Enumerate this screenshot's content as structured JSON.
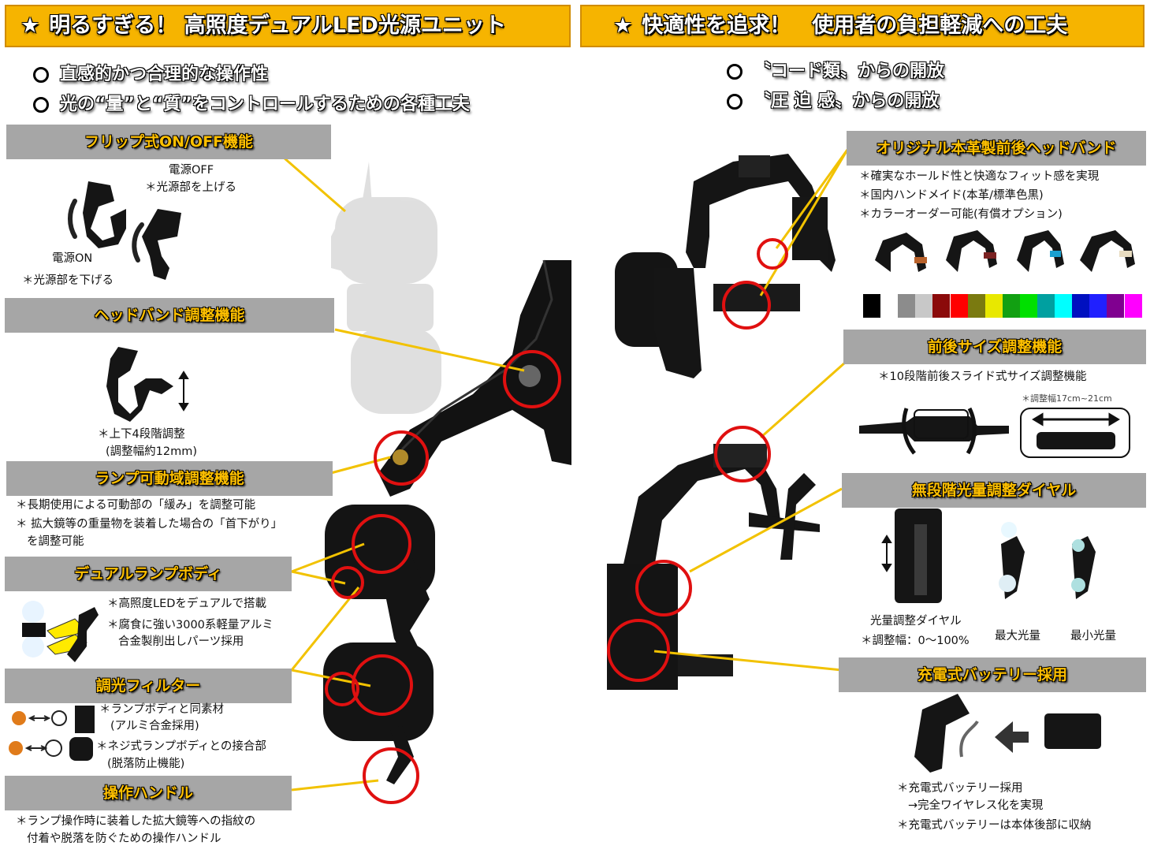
{
  "left": {
    "banner": "明るすぎる！ 高照度デュアルLED光源ユニット",
    "star": "★",
    "bullets": [
      "直感的かつ合理的な操作性",
      "光の“量”と“質”をコントロールするための各種工夫"
    ],
    "features": {
      "flip": {
        "title": "フリップ式ON/OFF機能",
        "off_label": "電源OFF",
        "off_note": "＊光源部を上げる",
        "on_label": "電源ON",
        "on_note": "＊光源部を下げる"
      },
      "headband": {
        "title": "ヘッドバンド調整機能",
        "note1": "＊上下4段階調整",
        "note2": "(調整幅約12mm)"
      },
      "lamp_range": {
        "title": "ランプ可動域調整機能",
        "note1": "＊長期使用による可動部の「緩み」を調整可能",
        "note2": "＊ 拡大鏡等の重量物を装着した場合の「首下がり」",
        "note3": "を調整可能"
      },
      "dual_lamp": {
        "title": "デュアルランプボディ",
        "note1": "＊高照度LEDをデュアルで搭載",
        "note2": "＊腐食に強い3000系軽量アルミ",
        "note3": "合金製削出しパーツ採用"
      },
      "filter": {
        "title": "調光フィルター",
        "note1": "＊ランプボディと同素材",
        "note2": "(アルミ合金採用)",
        "note3": "＊ネジ式ランプボディとの接合部",
        "note4": "(脱落防止機能)"
      },
      "handle": {
        "title": "操作ハンドル",
        "note1": "＊ランプ操作時に装着した拡大鏡等への指紋の",
        "note2": "付着や脱落を防ぐための操作ハンドル"
      }
    }
  },
  "right": {
    "banner": "快適性を追求！　使用者の負担軽減への工夫",
    "star": "★",
    "bullets": [
      "〝コード類〟からの開放",
      "〝圧 迫 感〟からの開放"
    ],
    "features": {
      "leather": {
        "title": "オリジナル本革製前後ヘッドバンド",
        "note1": "＊確実なホールド性と快適なフィット感を実現",
        "note2": "＊国内ハンドメイド(本革/標準色黒)",
        "note3": "＊カラーオーダー可能(有償オプション)"
      },
      "size": {
        "title": "前後サイズ調整機能",
        "note1": "＊10段階前後スライド式サイズ調整機能",
        "range": "＊調整幅17cm~21cm"
      },
      "dial": {
        "title": "無段階光量調整ダイヤル",
        "dial_label": "光量調整ダイヤル",
        "dial_note": "＊調整幅：0～100%",
        "max_label": "最大光量",
        "min_label": "最小光量"
      },
      "battery": {
        "title": "充電式バッテリー採用",
        "note1": "＊充電式バッテリー採用",
        "note2": "→完全ワイヤレス化を実現",
        "note3": "＊充電式バッテリーは本体後部に収納"
      }
    },
    "color_swatches": [
      "#000000",
      "#ffffff",
      "#8c8c8c",
      "#c8c8c8",
      "#8b0a0a",
      "#ff0000",
      "#7a7a10",
      "#e8e800",
      "#12a012",
      "#00e000",
      "#00a0a0",
      "#00ffff",
      "#0010c0",
      "#2020ff",
      "#800090",
      "#ff00ff"
    ]
  },
  "colors": {
    "banner": "#f6b400",
    "feature_bar": "#a6a6a6",
    "feature_text": "#ffc000",
    "ring": "#e01010",
    "leader": "#f2c200"
  }
}
